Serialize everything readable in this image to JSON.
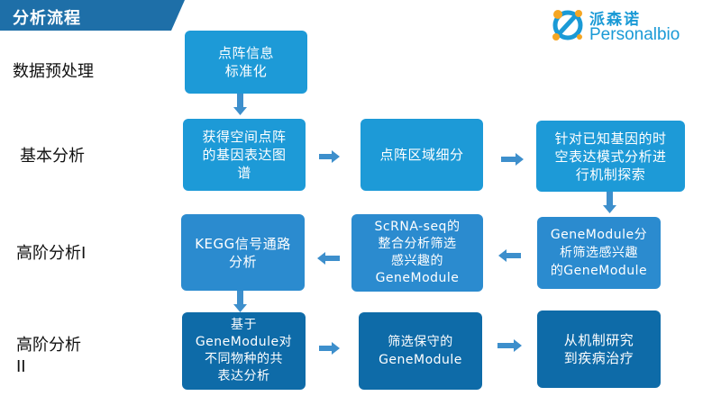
{
  "header": {
    "title": "分析流程"
  },
  "logo": {
    "cn": "派森诺",
    "en": "Personalbio",
    "accent": "#f5a623",
    "brand": "#1a9ad6"
  },
  "rows": [
    "数据预处理",
    "基本分析",
    "高阶分析I",
    "高阶分析\nII"
  ],
  "boxes": {
    "normalize": "点阵信息\n标准化",
    "spatial_expr": "获得空间点阵\n的基因表达图\n谱",
    "subdivide": "点阵区域细分",
    "known_genes": "针对已知基因的时\n空表达模式分析进\n行机制探索",
    "kegg": "KEGG信号通路\n分析",
    "scrna": "ScRNA-seq的\n整合分析筛选\n感兴趣的\nGeneModule",
    "genemodule": "GeneModule分\n析筛选感兴趣\n的GeneModule",
    "coexpr": "基于\nGeneModule对\n不同物种的共\n表达分析",
    "conserved": "筛选保守的\nGeneModule",
    "mechanism": "从机制研究\n到疾病治疗"
  },
  "colors": {
    "light": "#1d9ad7",
    "mid": "#2b8bcf",
    "dark": "#0e6ba8",
    "arrow": "#3d8fcc"
  }
}
